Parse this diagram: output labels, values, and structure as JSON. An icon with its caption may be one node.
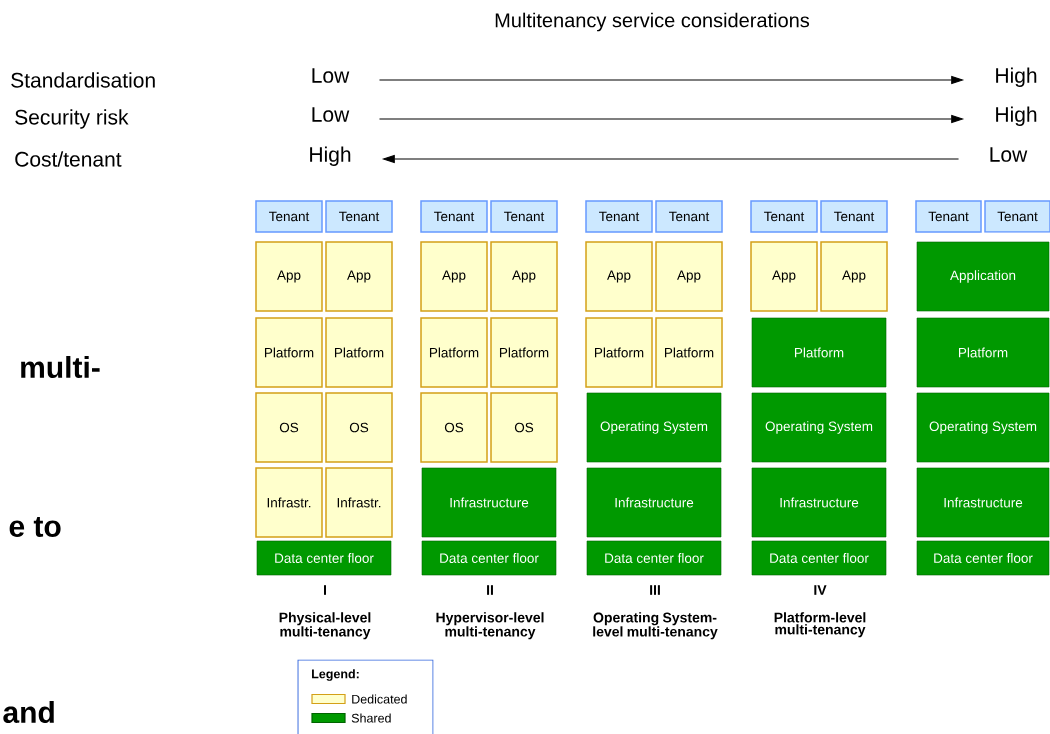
{
  "diagram": {
    "title": "Multitenancy service considerations",
    "nodes": [
      {
        "text": [
          "Low"
        ]
      },
      {
        "text": [
          "High"
        ]
      },
      {
        "text": [
          "Low"
        ]
      },
      {
        "text": [
          "High"
        ]
      },
      {
        "text": [
          "High"
        ]
      },
      {
        "text": [
          "Low"
        ]
      },
      {
        "text": [
          "Tenant"
        ]
      },
      {
        "text": [
          "Tenant"
        ]
      },
      {
        "text": [
          "App"
        ]
      },
      {
        "text": [
          "App"
        ]
      },
      {
        "text": [
          "Platform"
        ]
      },
      {
        "text": [
          "Platform"
        ]
      },
      {
        "text": [
          "OS"
        ]
      },
      {
        "text": [
          "OS"
        ]
      },
      {
        "text": [
          "Infrastr."
        ]
      },
      {
        "text": [
          "Infrastr."
        ]
      },
      {
        "text": [
          "Data center floor"
        ]
      },
      {
        "text": [
          "Tenant"
        ]
      },
      {
        "text": [
          "Tenant"
        ]
      },
      {
        "text": [
          "App"
        ]
      },
      {
        "text": [
          "App"
        ]
      },
      {
        "text": [
          "Platform"
        ]
      },
      {
        "text": [
          "Platform"
        ]
      },
      {
        "text": [
          "OS"
        ]
      },
      {
        "text": [
          "OS"
        ]
      },
      {
        "text": [
          "Infrastructure"
        ]
      },
      {
        "text": [
          "Data center floor"
        ]
      },
      {
        "text": [
          "Tenant"
        ]
      },
      {
        "text": [
          "Tenant"
        ]
      },
      {
        "text": [
          "App"
        ]
      },
      {
        "text": [
          "App"
        ]
      },
      {
        "text": [
          "Platform"
        ]
      },
      {
        "text": [
          "Platform"
        ]
      },
      {
        "text": [
          "Operating System"
        ]
      },
      {
        "text": [
          "Infrastructure"
        ]
      },
      {
        "text": [
          "Data center floor"
        ]
      },
      {
        "text": [
          "Tenant"
        ]
      },
      {
        "text": [
          "Tenant"
        ]
      },
      {
        "text": [
          "App"
        ]
      },
      {
        "text": [
          "App"
        ]
      },
      {
        "text": [
          "Platform"
        ]
      },
      {
        "text": [
          "Operating System"
        ]
      },
      {
        "text": [
          "Infrastructure"
        ]
      },
      {
        "text": [
          "Data center floor"
        ]
      },
      {
        "text": [
          "Tenant"
        ]
      },
      {
        "text": [
          "Tenant"
        ]
      },
      {
        "text": [
          "Application"
        ]
      },
      {
        "text": [
          "Platform"
        ]
      },
      {
        "text": [
          "Operating System"
        ]
      },
      {
        "text": [
          "Infrastructure"
        ]
      },
      {
        "text": [
          "Data center floor"
        ]
      }
    ],
    "edges": [
      {
        "from": 0,
        "to": 1,
        "arrow": "to"
      },
      {
        "from": 2,
        "to": 3,
        "arrow": "to"
      },
      {
        "from": 5,
        "to": 4,
        "arrow": "to"
      }
    ],
    "labels": [
      "Standardisation",
      "Security risk",
      "Cost/tenant",
      "multi-",
      "e to",
      "I",
      "II",
      "III",
      "IV",
      "Physical-level multi-tenancy",
      "Hypervisor-level multi-tenancy",
      "Operating System-level multi-tenancy",
      "Platform-level multi-tenancy",
      "Legend:",
      "and"
    ],
    "legend": [
      {
        "text": "Dedicated",
        "color": "#ffffcc"
      },
      {
        "text": "Shared",
        "color": "#009900"
      }
    ]
  }
}
